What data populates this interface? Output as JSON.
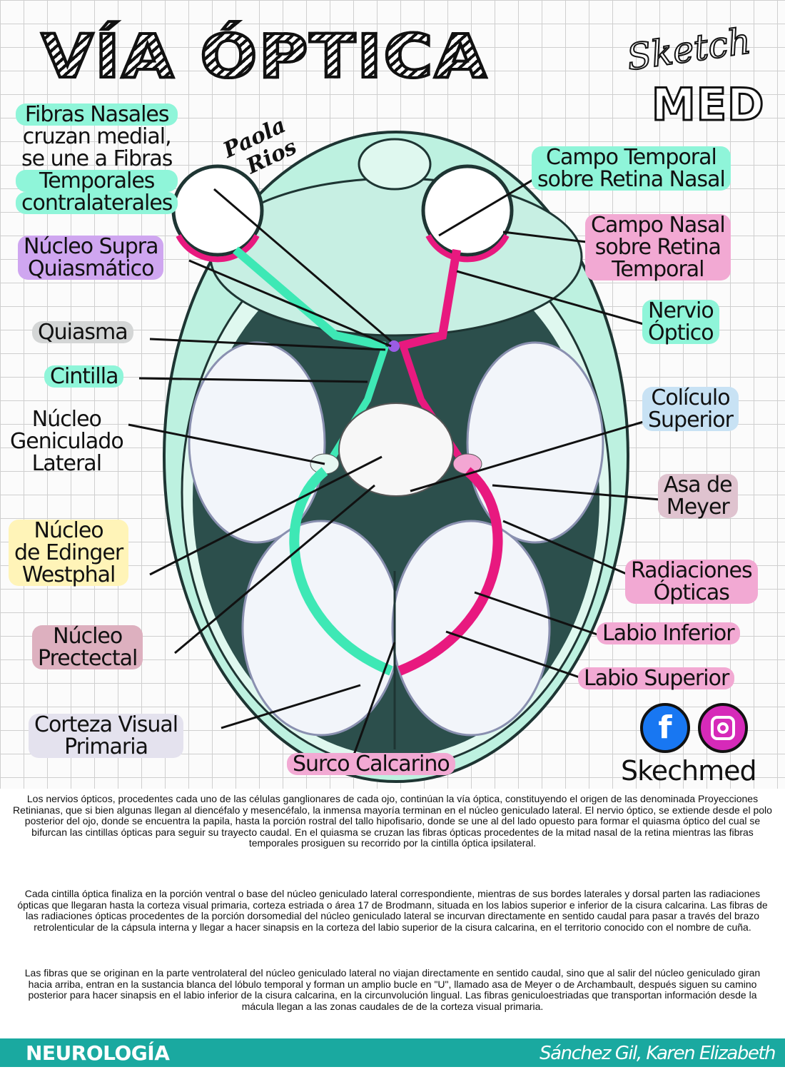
{
  "title": "VÍA ÓPTICA",
  "logo": {
    "line1": "Sketch",
    "line2": "MED"
  },
  "signature": {
    "line1": "Paola",
    "line2": "Rios"
  },
  "labels_left": [
    {
      "lines": [
        "Fibras Nasales",
        "cruzan medial,",
        "se une a Fibras",
        "Temporales",
        "contralaterales"
      ]
    },
    {
      "lines": [
        "Núcleo Supra",
        "Quiasmático"
      ]
    },
    {
      "lines": [
        "Quiasma"
      ]
    },
    {
      "lines": [
        "Cintilla"
      ]
    },
    {
      "lines": [
        "Núcleo",
        "Geniculado",
        "Lateral"
      ]
    },
    {
      "lines": [
        "Núcleo",
        "de Edinger",
        "Westphal"
      ]
    },
    {
      "lines": [
        "Núcleo",
        "Prectectal"
      ]
    },
    {
      "lines": [
        "Corteza Visual",
        "Primaria"
      ]
    }
  ],
  "labels_right": [
    {
      "lines": [
        "Campo Temporal",
        "sobre Retina Nasal"
      ]
    },
    {
      "lines": [
        "Campo Nasal",
        "sobre Retina",
        "Temporal"
      ]
    },
    {
      "lines": [
        "Nervio",
        "Óptico"
      ]
    },
    {
      "lines": [
        "Colículo",
        "Superior"
      ]
    },
    {
      "lines": [
        "Asa de",
        "Meyer"
      ]
    },
    {
      "lines": [
        "Radiaciones",
        "Ópticas"
      ]
    },
    {
      "lines": [
        "Labio Inferior"
      ]
    },
    {
      "lines": [
        "Labio Superior"
      ]
    },
    {
      "lines": [
        "Surco Calcarino"
      ]
    }
  ],
  "social": {
    "facebook_icon": "f",
    "instagram_icon": "instagram",
    "brand": "Skechmed"
  },
  "paragraphs": [
    "Los nervios ópticos, procedentes cada uno de las células ganglionares de cada ojo, continúan la vía óptica, constituyendo el origen de las denominada Proyecciones Retinianas, que si bien algunas llegan al diencéfalo y mesencéfalo, la inmensa mayoría terminan en el núcleo geniculado lateral. El nervio óptico, se extiende desde el polo posterior del ojo, donde se encuentra la papila, hasta la porción rostral del tallo hipofisario, donde se une al del lado opuesto para formar el quiasma óptico del cual se bifurcan las cintillas ópticas para seguir su trayecto caudal. En el quiasma se cruzan las fibras ópticas procedentes de la mitad nasal de la retina mientras las fibras temporales prosiguen su recorrido por la cintilla óptica ipsilateral.",
    "Cada cintilla óptica finaliza en la porción ventral o base del núcleo geniculado lateral correspondiente, mientras de sus bordes laterales y dorsal parten las radiaciones ópticas que llegaran hasta la corteza visual primaria, corteza estriada o área 17 de Brodmann, situada en los labios superior e inferior de la cisura calcarina. Las fibras de las radiaciones ópticas procedentes de la porción dorsomedial del núcleo geniculado lateral se incurvan directamente en sentido caudal para pasar a través del brazo retrolenticular de la cápsula interna y llegar a hacer sinapsis en la corteza del labio superior de la cisura calcarina, en el territorio conocido con el nombre de cuña.",
    "Las fibras que se originan en la parte ventrolateral del núcleo geniculado lateral no viajan directamente en sentido caudal, sino que al salir del núcleo geniculado giran hacia arriba, entran en la sustancia blanca del lóbulo temporal y forman un amplio bucle en \"U\", llamado asa de Meyer o de Archambault, después siguen su camino posterior para hacer sinapsis en el labio inferior de la cisura calcarina, en la circunvolución lingual. Las fibras geniculoestriadas que transportan información desde la mácula llegan a las zonas caudales de de la corteza visual primaria."
  ],
  "footer": {
    "left": "NEUROLOGÍA",
    "right": "Sánchez Gil, Karen Elizabeth"
  },
  "colors": {
    "teal": "#1aa9a0",
    "cyan_highlight": "#8ff5d9",
    "pink_highlight": "#f2a9d3",
    "purple_highlight": "#cfa6f0",
    "magenta_fiber": "#e8197f",
    "green_fiber": "#3ee8b5",
    "dark_brain": "#2c4f4c"
  }
}
